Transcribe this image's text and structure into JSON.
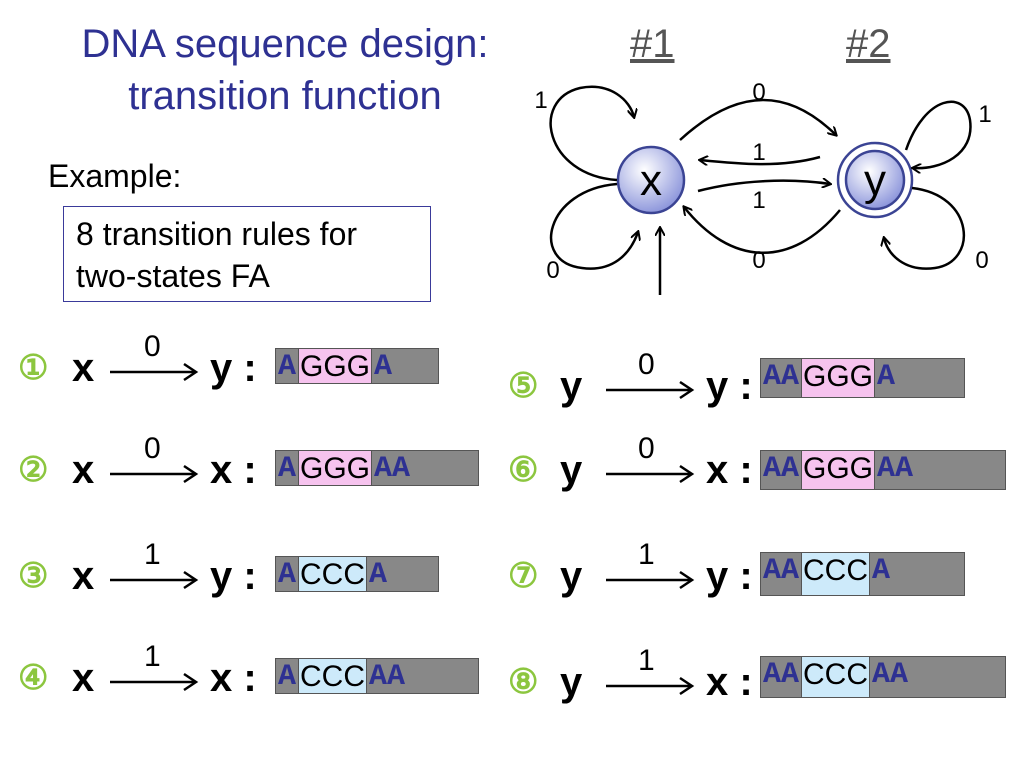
{
  "title": {
    "line1": "DNA sequence design:",
    "line2": "transition function"
  },
  "links": [
    "#1",
    "#2"
  ],
  "example_label": "Example:",
  "rules_box": {
    "line1": "8 transition rules for",
    "line2": "two-states FA"
  },
  "fa": {
    "state_x": "x",
    "state_y": "y",
    "label_x_self_1": "1",
    "label_x_self_0": "0",
    "label_top_0": "0",
    "label_mid_1a": "1",
    "label_mid_1b": "1",
    "label_bot_0": "0",
    "label_y_self_1": "1",
    "label_y_self_0": "0"
  },
  "rules": [
    {
      "num": "①",
      "from": "x",
      "input": "0",
      "to": "y :",
      "left": "A",
      "core": "GGG",
      "right": "A",
      "kind": "g"
    },
    {
      "num": "②",
      "from": "x",
      "input": "0",
      "to": "x :",
      "left": "A",
      "core": "GGG",
      "right": "AA",
      "kind": "g"
    },
    {
      "num": "③",
      "from": "x",
      "input": "1",
      "to": "y :",
      "left": "A",
      "core": "CCC",
      "right": "A",
      "kind": "c"
    },
    {
      "num": "④",
      "from": "x",
      "input": "1",
      "to": "x :",
      "left": "A",
      "core": "CCC",
      "right": "AA",
      "kind": "c"
    },
    {
      "num": "⑤",
      "from": "y",
      "input": "0",
      "to": "y :",
      "left": "AA",
      "core": "GGG",
      "right": "A",
      "kind": "g"
    },
    {
      "num": "⑥",
      "from": "y",
      "input": "0",
      "to": "x :",
      "left": "AA",
      "core": "GGG",
      "right": "AA",
      "kind": "g"
    },
    {
      "num": "⑦",
      "from": "y",
      "input": "1",
      "to": "y :",
      "left": "AA",
      "core": "CCC",
      "right": "A",
      "kind": "c"
    },
    {
      "num": "⑧",
      "from": "y",
      "input": "1",
      "to": "x :",
      "left": "AA",
      "core": "CCC",
      "right": "AA",
      "kind": "c"
    }
  ]
}
